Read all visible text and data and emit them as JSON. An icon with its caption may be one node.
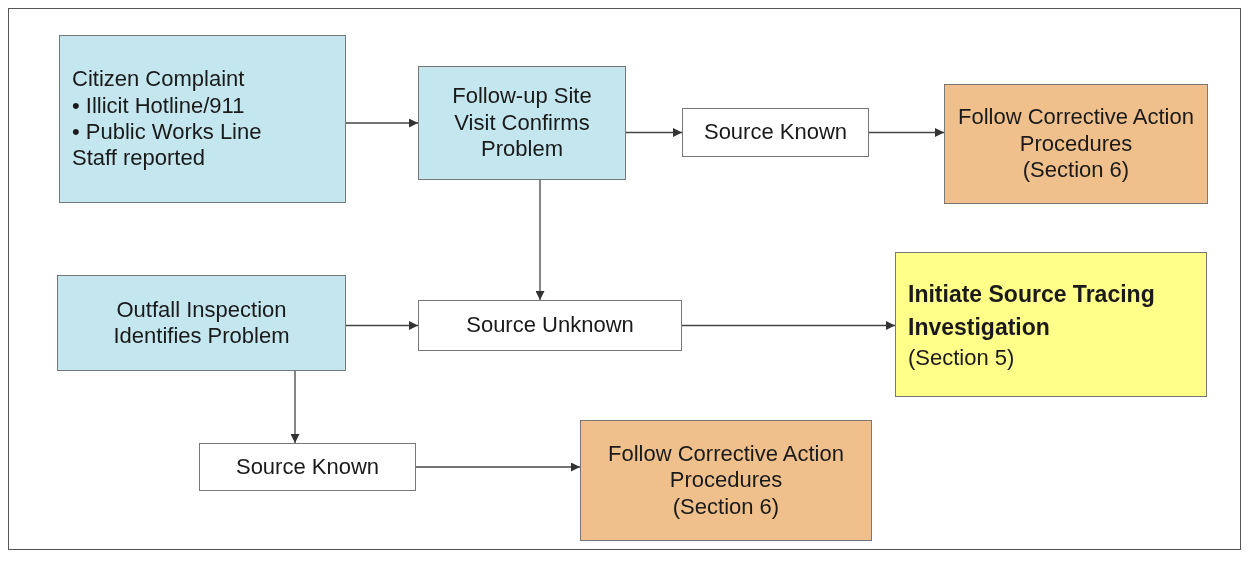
{
  "diagram": {
    "nodes": [
      {
        "text": [
          "Citizen Complaint",
          "• Illicit Hotline/911",
          "• Public Works Line",
          "Staff reported"
        ]
      },
      {
        "text": [
          "Follow-up Site Visit Confirms Problem"
        ]
      },
      {
        "text": [
          "Source Known"
        ]
      },
      {
        "text": [
          "Follow Corrective Action Procedures",
          "(Section 6)"
        ]
      },
      {
        "text": [
          "Outfall Inspection Identifies Problem"
        ]
      },
      {
        "text": [
          "Source Unknown"
        ]
      },
      {
        "text": [
          "Initiate Source Tracing Investigation",
          "(Section 5)"
        ]
      },
      {
        "text": [
          "Source Known"
        ]
      },
      {
        "text": [
          "Follow Corrective Action Procedures",
          "(Section 6)"
        ]
      }
    ],
    "edges": [
      {
        "from": 0,
        "to": 1,
        "arrow": "to"
      },
      {
        "from": 1,
        "to": 2,
        "arrow": "to"
      },
      {
        "from": 2,
        "to": 3,
        "arrow": "to"
      },
      {
        "from": 1,
        "to": 5,
        "arrow": "to"
      },
      {
        "from": 4,
        "to": 5,
        "arrow": "to"
      },
      {
        "from": 5,
        "to": 6,
        "arrow": "to"
      },
      {
        "from": 4,
        "to": 7,
        "arrow": "to"
      },
      {
        "from": 7,
        "to": 8,
        "arrow": "to"
      }
    ]
  }
}
